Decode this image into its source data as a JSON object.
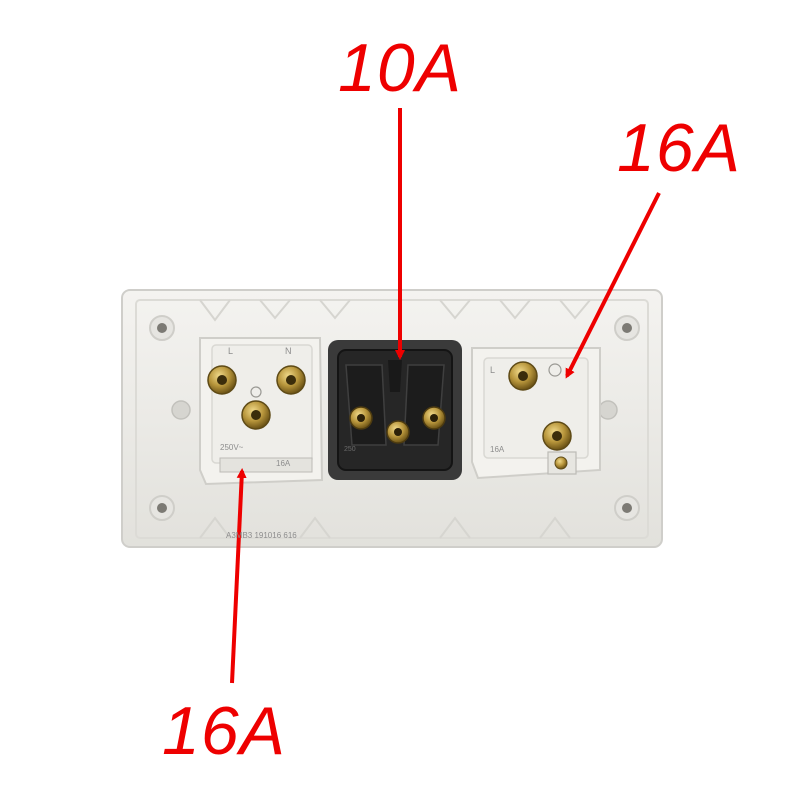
{
  "callouts": {
    "top": "10A",
    "right": "16A",
    "bottom_left": "16A"
  },
  "markings": {
    "serial": "A3MB3  191016  616",
    "pin_live": "L",
    "pin_neutral": "N",
    "left_rating": "250V~",
    "left_current": "16A",
    "center_rating": "250",
    "right_label": "16A"
  },
  "colors": {
    "annotation": "#ee0000",
    "plate": "#ecebe7",
    "socket_black": "#262626",
    "terminal_brass": "#b8963c"
  }
}
